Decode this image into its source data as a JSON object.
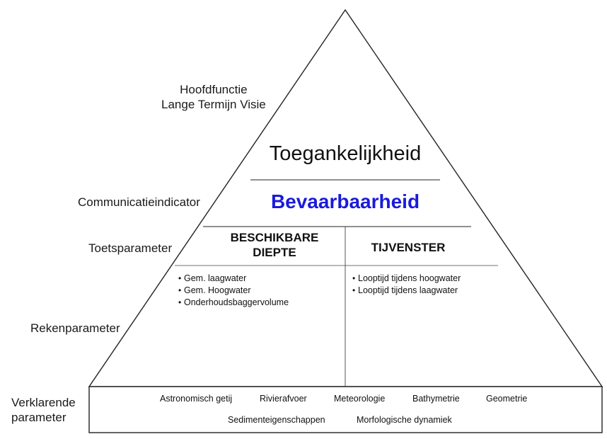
{
  "left_labels": {
    "main_function_line1": "Hoofdfunctie",
    "main_function_line2": "Lange Termijn Visie",
    "communication_indicator": "Communicatieindicator",
    "test_parameter": "Toetsparameter",
    "calculation_parameter": "Rekenparameter",
    "explanatory_parameter_line1": "Verklarende",
    "explanatory_parameter_line2": "parameter"
  },
  "pyramid": {
    "top_title": "Toegankelijkheid",
    "middle_title": "Bevaarbaarheid",
    "left_box": {
      "heading_line1": "BESCHIKBARE",
      "heading_line2": "DIEPTE",
      "bullets": [
        "Gem. laagwater",
        "Gem. Hoogwater",
        "Onderhoudsbaggervolume"
      ]
    },
    "right_box": {
      "heading": "TIJVENSTER",
      "bullets": [
        "Looptijd tijdens hoogwater",
        "Looptijd tijdens laagwater"
      ]
    }
  },
  "bottom_box": {
    "row1": [
      "Astronomisch getij",
      "Rivierafvoer",
      "Meteorologie",
      "Bathymetrie",
      "Geometrie"
    ],
    "row2": [
      "Sedimenteigenschappen",
      "Morfologische dynamiek"
    ]
  },
  "colors": {
    "line": "#222222",
    "accent_blue": "#1a1adb",
    "text": "#111111"
  }
}
